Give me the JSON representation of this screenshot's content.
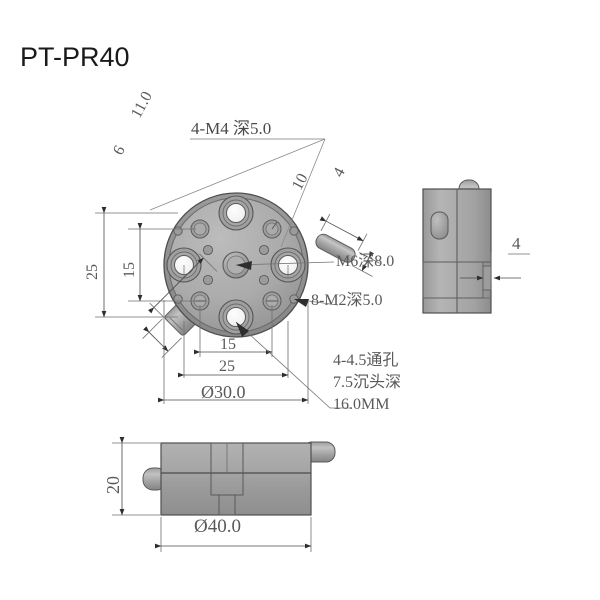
{
  "drawing": {
    "title": "PT-PR40",
    "background_color": "#ffffff",
    "body_color": "#a8a8a8",
    "line_color": "#555555",
    "text_color": "#5a5a5a"
  },
  "annotations": {
    "thread_m4": "4-M4 深5.0",
    "thread_m6": "M6深8.0",
    "thread_m2": "8-M2深5.0",
    "through_hole_line1": "4-4.5通孔",
    "through_hole_line2": "7.5沉头深",
    "through_hole_line3": "16.0MM"
  },
  "dimensions": {
    "knob_len": "11.0",
    "knob_dia": "6",
    "pin_len": "10",
    "pin_dia": "4",
    "side_step": "4",
    "bolt_circle_v": "25",
    "inner_circle_v": "15",
    "inner_circle_h": "15",
    "bolt_circle_h": "25",
    "plate_dia": "Ø30.0",
    "body_height": "20",
    "base_dia": "Ø40.0"
  },
  "views": {
    "top": "top-view-rotary-stage",
    "side_right": "right-side-view",
    "bottom": "front-elevation-view"
  }
}
